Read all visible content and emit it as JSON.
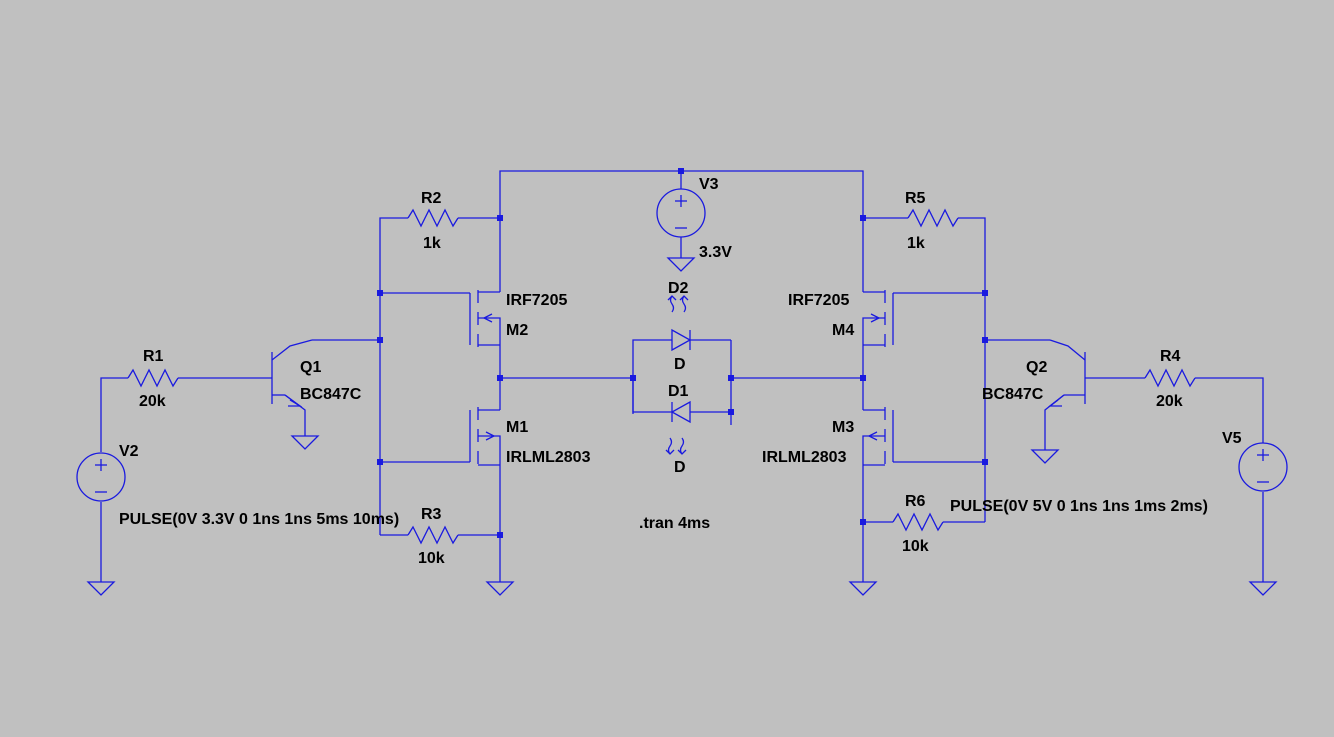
{
  "components": {
    "R1": {
      "ref": "R1",
      "value": "20k"
    },
    "R2": {
      "ref": "R2",
      "value": "1k"
    },
    "R3": {
      "ref": "R3",
      "value": "10k"
    },
    "R4": {
      "ref": "R4",
      "value": "20k"
    },
    "R5": {
      "ref": "R5",
      "value": "1k"
    },
    "R6": {
      "ref": "R6",
      "value": "10k"
    },
    "Q1": {
      "ref": "Q1",
      "model": "BC847C"
    },
    "Q2": {
      "ref": "Q2",
      "model": "BC847C"
    },
    "M1": {
      "ref": "M1",
      "model": "IRLML2803"
    },
    "M2": {
      "ref": "M2",
      "model": "IRF7205"
    },
    "M3": {
      "ref": "M3",
      "model": "IRLML2803"
    },
    "M4": {
      "ref": "M4",
      "model": "IRF7205"
    },
    "D1": {
      "ref": "D1",
      "model": "D"
    },
    "D2": {
      "ref": "D2",
      "model": "D"
    },
    "V2": {
      "ref": "V2",
      "value": "PULSE(0V 3.3V 0 1ns 1ns 5ms 10ms)"
    },
    "V3": {
      "ref": "V3",
      "value": "3.3V"
    },
    "V5": {
      "ref": "V5",
      "value": "PULSE(0V 5V 0 1ns 1ns 1ms 2ms)"
    }
  },
  "directive": ".tran 4ms",
  "colors": {
    "background": "#c0c0c0",
    "wire": "#1a1adf",
    "text": "#000000"
  }
}
